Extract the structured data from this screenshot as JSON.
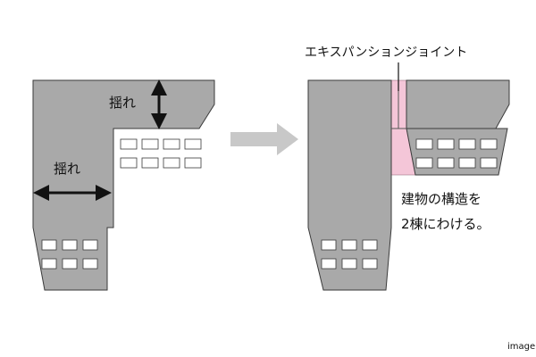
{
  "before": {
    "shake_label_vertical": "揺れ",
    "shake_label_horizontal": "揺れ"
  },
  "after": {
    "joint_label": "エキスパンションジョイント",
    "caption_line1": "建物の構造を",
    "caption_line2": "2棟にわける。"
  },
  "watermark": "image",
  "colors": {
    "building": "#a9a9a9",
    "building_edge": "#3a3a3a",
    "window": "#ffffff",
    "joint": "#f4c6d8",
    "arrow": "#c8c8c8",
    "text": "#111111"
  }
}
